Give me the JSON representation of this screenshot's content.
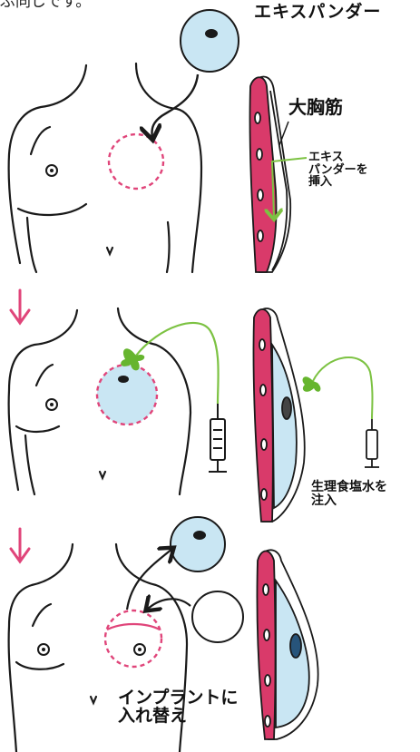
{
  "top_fragment": "ぶ同じです。",
  "labels": {
    "expander": "エキスパンダー",
    "pectoralis": "大胸筋",
    "insert_expander": "エキス\nパンダーを\n挿入",
    "inject_saline": "生理食塩水を\n注入",
    "replace_implant": "インプラントに\n入れ替え"
  },
  "colors": {
    "implant_fill": "#c9e6f3",
    "muscle": "#d93a6a",
    "tube": "#7cc242",
    "valve": "#66b52e",
    "dashed": "#e0457a",
    "arrow": "#e0457a",
    "outline": "#1a1a1a"
  },
  "icons": [
    "expander-icon",
    "syringe-icon",
    "arrow-down-icon",
    "valve-icon"
  ]
}
